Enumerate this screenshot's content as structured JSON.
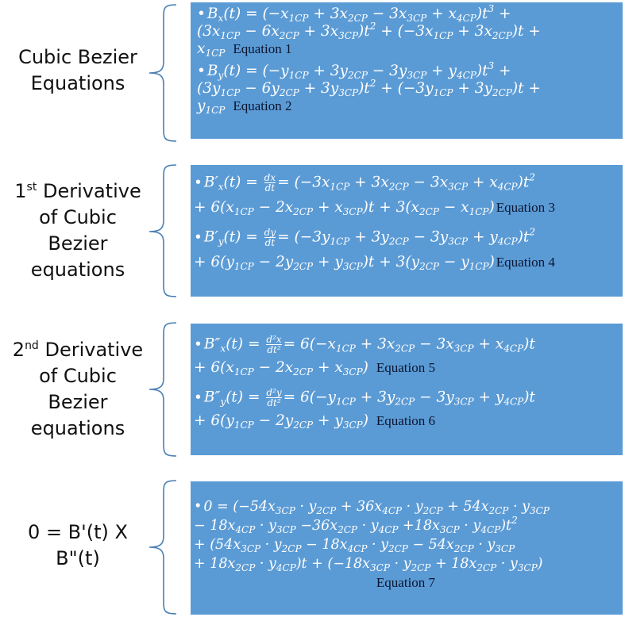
{
  "sections": [
    {
      "label_lines": [
        "Cubic Bezier",
        "Equations"
      ],
      "equations": [
        {
          "lhs": "B_x(t)",
          "lines": [
            "Bₓ(t) = (−x₁CP + 3x₂CP − 3x₃CP + x₄CP)t³ +",
            "(3x₁CP − 6x₂CP + 3x₃CP)t² + (−3x₁CP + 3x₂CP)t +",
            "x₁CP"
          ],
          "label": "Equation 1"
        },
        {
          "lhs": "B_y(t)",
          "lines": [
            "B_y(t) = (−y₁CP + 3y₂CP − 3y₃CP + y₄CP)t³ +",
            "(3y₁CP − 6y₂CP + 3y₃CP)t² + (−3y₁CP + 3y₂CP)t +",
            "y₁CP"
          ],
          "label": "Equation 2"
        }
      ]
    },
    {
      "label_prefix": "1",
      "label_sup": "st",
      "label_lines": [
        " Derivative",
        "of Cubic",
        "Bezier",
        "equations"
      ],
      "equations": [
        {
          "lines": [
            "B'ₓ(t) = dx/dt = (−3x₁CP + 3x₂CP − 3x₃CP + x₄CP)t²",
            "+ 6(x₁CP − 2x₂CP + x₃CP)t + 3(x₂CP − x₁CP)"
          ],
          "label": "Equation 3"
        },
        {
          "lines": [
            "B'_y(t) = dy/dt = (−3y₁CP + 3y₂CP − 3y₃CP + y₄CP)t²",
            "+ 6(y₁CP − 2y₂CP + y₃CP)t + 3(y₂CP − y₁CP)"
          ],
          "label": "Equation 4"
        }
      ]
    },
    {
      "label_prefix": "2",
      "label_sup": "nd",
      "label_lines": [
        " Derivative",
        "of Cubic",
        "Bezier",
        "equations"
      ],
      "equations": [
        {
          "lines": [
            "B''ₓ(t) = d²x/dt² = 6(−x₁CP + 3x₂CP − 3x₃CP + x₄CP)t",
            "+ 6(x₁CP − 2x₂CP + x₃CP)"
          ],
          "label": "Equation 5"
        },
        {
          "lines": [
            "B''_y(t) = d²y/dt² = 6(−y₁CP + 3y₂CP − 3y₃CP + y₄CP)t",
            "+ 6(y₁CP − 2y₂CP + y₃CP)"
          ],
          "label": "Equation 6"
        }
      ]
    },
    {
      "label_lines": [
        "0 = B'(t) X",
        "B\"(t)"
      ],
      "equations": [
        {
          "lines": [
            "0 = (−54x₃CP · y₂CP + 36x₄CP · y₂CP + 54x₂CP · y₃CP",
            "− 18x₄CP · y₃CP −36x₂CP · y₄CP +18x₃CP · y₄CP)t²",
            "+ (54x₃CP · y₂CP − 18x₄CP · y₂CP − 54x₂CP · y₃CP",
            "+ 18x₂CP · y₄CP)t + (−18x₃CP · y₂CP + 18x₂CP · y₃CP)"
          ],
          "label": "Equation 7"
        }
      ]
    }
  ],
  "colors": {
    "box_fill": "#5b9bd5",
    "equation_text": "#ffffff",
    "equation_label_text": "#0b1530",
    "brace_stroke": "#4a7fb5",
    "label_text": "#111111"
  }
}
